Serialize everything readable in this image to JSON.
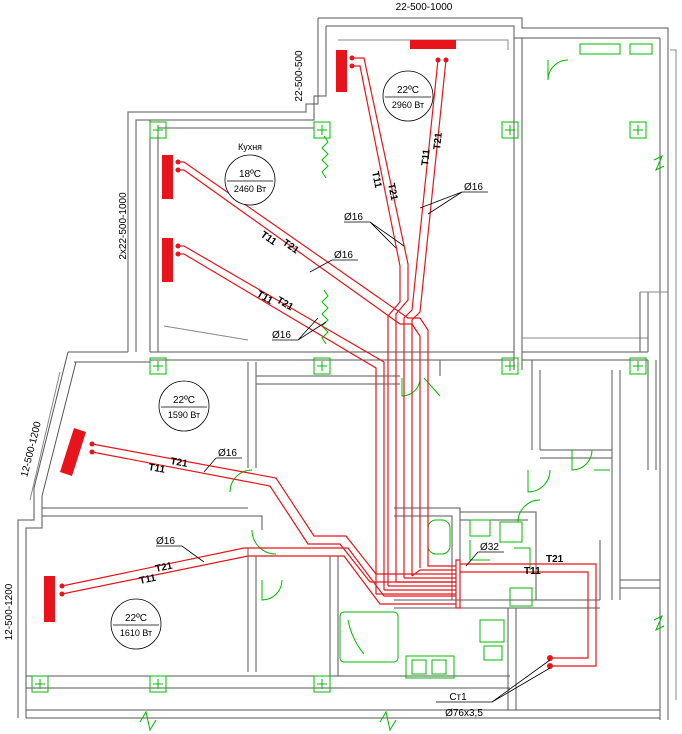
{
  "dimensions": {
    "top": "22-500-1000",
    "top_left": "22-500-500",
    "left_upper": "2x22-500-1000",
    "left_middle": "12-500-1200",
    "left_lower": "12-500-1200"
  },
  "rooms": [
    {
      "id": "top",
      "temp": "22ºC",
      "power": "2960 Вт"
    },
    {
      "id": "kitchen",
      "name": "Кухня",
      "temp": "18ºC",
      "power": "2460 Вт"
    },
    {
      "id": "middle-left",
      "temp": "22ºC",
      "power": "1590 Вт"
    },
    {
      "id": "bottom-left",
      "temp": "22ºC",
      "power": "1610 Вт"
    }
  ],
  "pipe_labels": {
    "supply": "T11",
    "return": "T21",
    "branch_diameter": "Ø16",
    "main_diameter": "Ø32"
  },
  "riser": {
    "name": "Ст1",
    "diameter": "Ø76x3,5"
  },
  "colors": {
    "pipe": "#e8141b",
    "walls": "#555555",
    "fixtures": "#00bb00"
  }
}
